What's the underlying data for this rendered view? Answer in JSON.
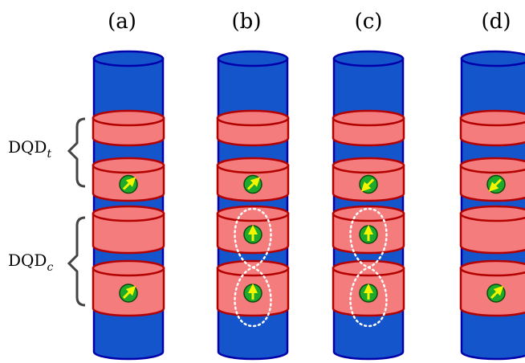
{
  "panels": [
    {
      "label": "(a)",
      "spins": [
        null,
        "ur",
        null,
        "ur"
      ],
      "entangled": false
    },
    {
      "label": "(b)",
      "spins": [
        null,
        "ur",
        "up",
        "up"
      ],
      "entangled": true
    },
    {
      "label": "(c)",
      "spins": [
        null,
        "dl",
        "up",
        "up"
      ],
      "entangled": true
    },
    {
      "label": "(d)",
      "spins": [
        null,
        "dl",
        null,
        "ur"
      ],
      "entangled": false
    }
  ],
  "groups": [
    {
      "name": "DQD",
      "sub": "t"
    },
    {
      "name": "DQD",
      "sub": "c"
    }
  ],
  "colors": {
    "pillar": "#1555cc",
    "pillar_edge": "#0000aa",
    "dot": "#f47c7c",
    "dot_edge": "#b30000",
    "spin_ball": "#1eaa2a",
    "spin_arrow": "#f5f500",
    "loop": "#ffffff"
  }
}
